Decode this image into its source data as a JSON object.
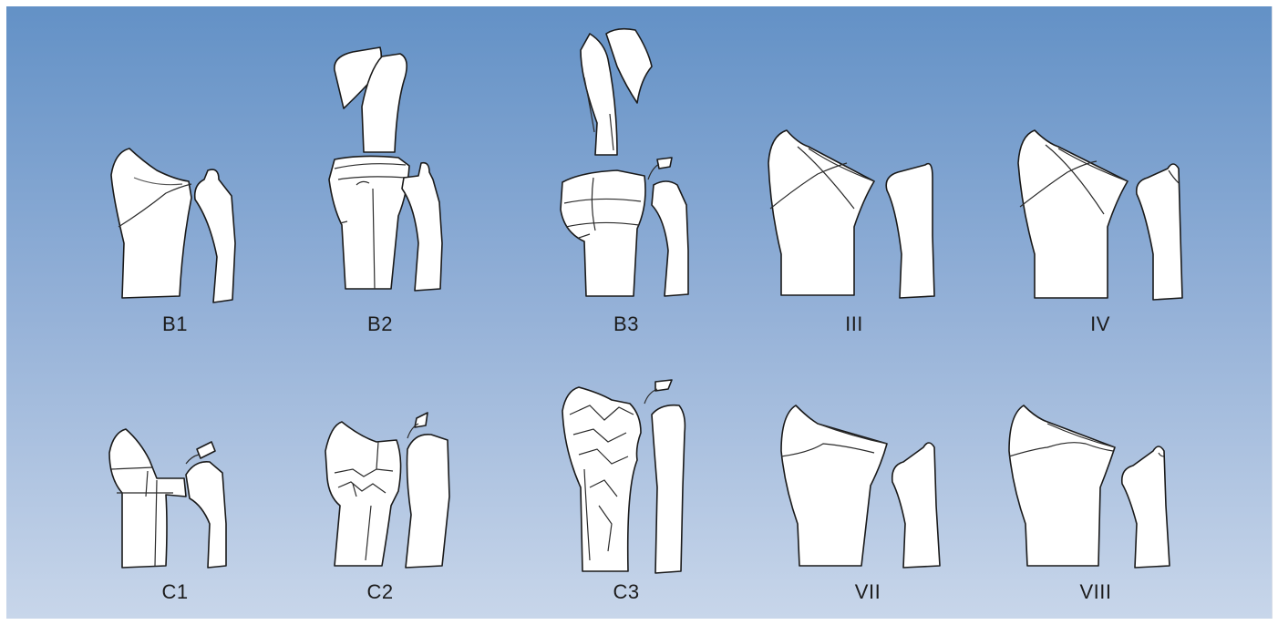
{
  "labels": {
    "b1": "B1",
    "b2": "B2",
    "b3": "B3",
    "iii": "III",
    "iv": "IV",
    "c1": "C1",
    "c2": "C2",
    "c3": "C3",
    "vii": "VII",
    "viii": "VIII"
  }
}
